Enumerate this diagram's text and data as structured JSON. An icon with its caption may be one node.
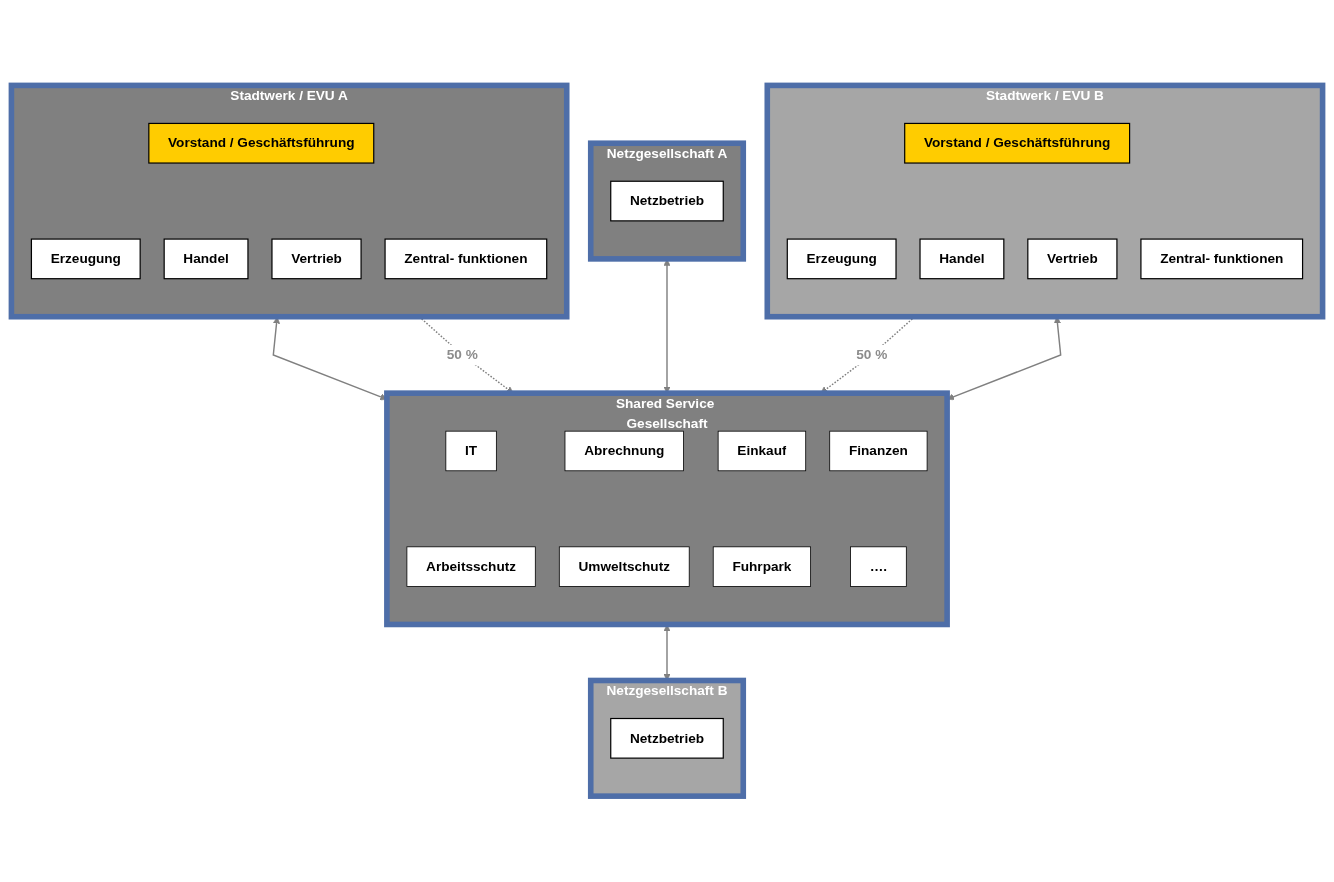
{
  "diagram": {
    "nodes": [
      {
        "text": [
          "Stadtwerk / EVU A"
        ]
      },
      {
        "text": [
          "Vorstand / Geschäftsführung"
        ],
        "in": 0
      },
      {
        "text": [
          "Erzeugung"
        ],
        "in": 0
      },
      {
        "text": [
          "Handel"
        ],
        "in": 0
      },
      {
        "text": [
          "Vertrieb"
        ],
        "in": 0
      },
      {
        "text": [
          "Zentral- funktionen"
        ],
        "in": 0
      },
      {
        "text": [
          "Netzgesellschaft A"
        ]
      },
      {
        "text": [
          "Netzbetrieb"
        ],
        "in": 6
      },
      {
        "text": [
          "Shared Service Gesellschaft"
        ]
      },
      {
        "text": [
          "IT"
        ],
        "in": 8
      },
      {
        "text": [
          "Abrechnung"
        ],
        "in": 8
      },
      {
        "text": [
          "Einkauf"
        ],
        "in": 8
      },
      {
        "text": [
          "Finanzen"
        ],
        "in": 8
      },
      {
        "text": [
          "Arbeitsschutz"
        ],
        "in": 8
      },
      {
        "text": [
          "Umweltschutz"
        ],
        "in": 8
      },
      {
        "text": [
          "Fuhrpark"
        ],
        "in": 8
      },
      {
        "text": [
          "…."
        ],
        "in": 8
      },
      {
        "text": [
          "Stadtwerk / EVU B"
        ]
      },
      {
        "text": [
          "Vorstand / Geschäftsführung"
        ],
        "in": 17
      },
      {
        "text": [
          "Erzeugung"
        ],
        "in": 17
      },
      {
        "text": [
          "Handel"
        ],
        "in": 17
      },
      {
        "text": [
          "Vertrieb"
        ],
        "in": 17
      },
      {
        "text": [
          "Zentral- funktionen"
        ],
        "in": 17
      },
      {
        "text": [
          "Netzgesellschaft B"
        ]
      },
      {
        "text": [
          "Netzbetrieb"
        ],
        "in": 23
      }
    ],
    "edges": [
      {
        "from": 0,
        "to": 8,
        "arrow": "both"
      },
      {
        "from": 0,
        "to": 8,
        "arrow": "to",
        "label": "50 %",
        "style": "dashed"
      },
      {
        "from": 6,
        "to": 8,
        "arrow": "both"
      },
      {
        "from": 8,
        "to": 17,
        "arrow": "both"
      },
      {
        "from": 17,
        "to": 8,
        "arrow": "to",
        "label": "50 %",
        "style": "dashed"
      },
      {
        "from": 8,
        "to": 23,
        "arrow": "both"
      }
    ]
  }
}
